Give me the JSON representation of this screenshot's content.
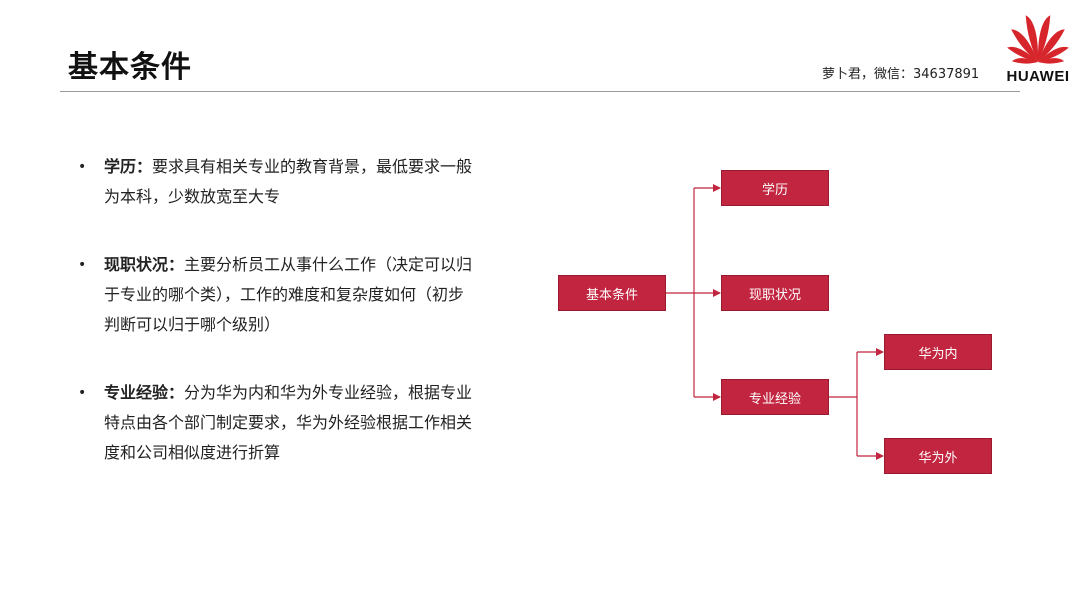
{
  "slide": {
    "title": "基本条件",
    "contact": "萝卜君，微信：34637891",
    "logo_text": "HUAWEI"
  },
  "bullets": [
    {
      "marker": "•",
      "title": "学历：",
      "text": "要求具有相关专业的教育背景，最低要求一般为本科，少数放宽至大专"
    },
    {
      "marker": "•",
      "title": "现职状况：",
      "text": "主要分析员工从事什么工作（决定可以归于专业的哪个类），工作的难度和复杂度如何（初步判断可以归于哪个级别）"
    },
    {
      "marker": "•",
      "title": "专业经验：",
      "text": "分为华为内和华为外专业经验，根据专业特点由各个部门制定要求，华为外经验根据工作相关度和公司相似度进行折算"
    }
  ],
  "diagram": {
    "colors": {
      "node_fill": "#c1253f",
      "connector": "#c1253f"
    },
    "nodes": {
      "root": "基本条件",
      "education": "学历",
      "job_status": "现职状况",
      "experience": "专业经验",
      "inside": "华为内",
      "outside": "华为外"
    }
  }
}
